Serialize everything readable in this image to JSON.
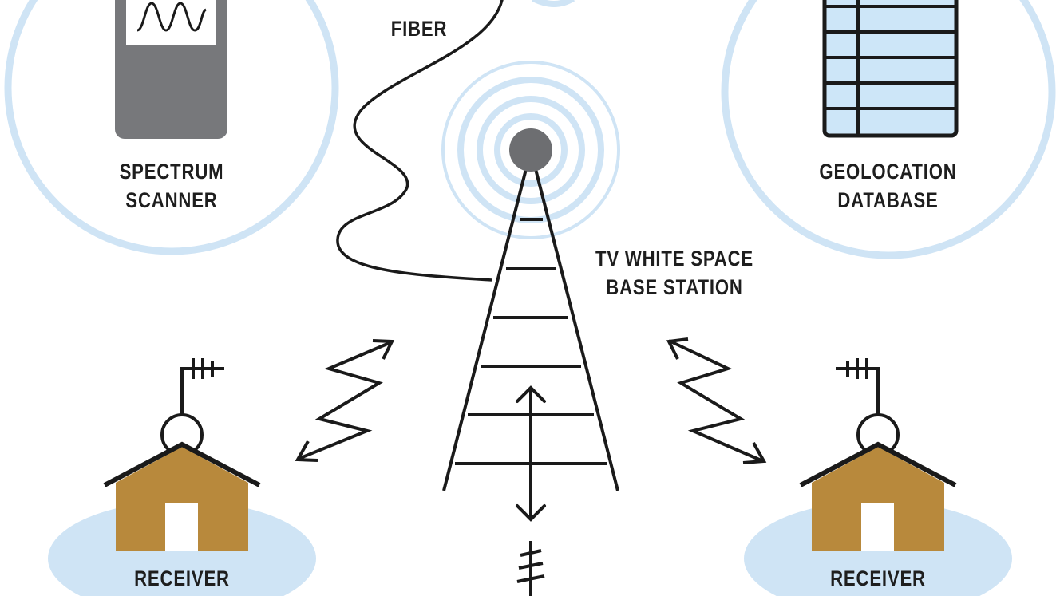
{
  "labels": {
    "fiber": "FIBER",
    "spectrum_scanner": [
      "SPECTRUM",
      "SCANNER"
    ],
    "geolocation_database": [
      "GEOLOCATION",
      "DATABASE"
    ],
    "base_station": [
      "TV WHITE SPACE",
      "BASE STATION"
    ],
    "receiver_left": "RECEIVER",
    "receiver_right": "RECEIVER"
  },
  "colors": {
    "ring": "#cfe4f5",
    "scanner_body": "#77787b",
    "house": "#b8893c",
    "database_fill": "#cde6f8",
    "line": "#1a1a1a",
    "tower_top": "#6d6e71"
  },
  "icons": [
    "spectrum-scanner-icon",
    "geolocation-database-icon",
    "base-station-tower-icon",
    "house-icon",
    "rooftop-antenna-icon",
    "wireless-signal-icon",
    "fiber-cable-icon"
  ]
}
